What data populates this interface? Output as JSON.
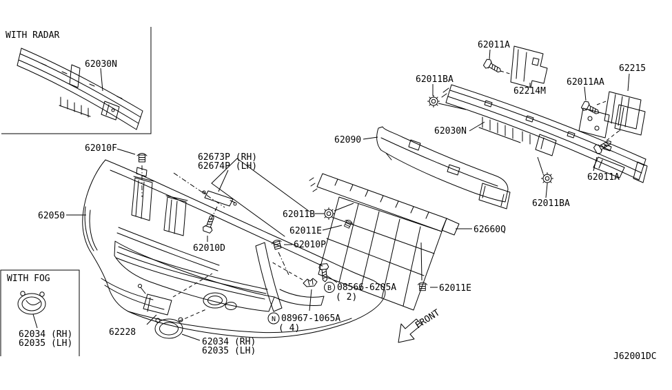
{
  "diagram_code": "J62001DC",
  "front_marker": "FRONT",
  "insets": {
    "radar": {
      "title": "WITH RADAR",
      "part": "62030N"
    },
    "fog": {
      "title": "WITH FOG",
      "part_rh": "62034 (RH)",
      "part_lh": "62035 (LH)"
    }
  },
  "labels": {
    "bumper": "62050",
    "clip_top": "62010F",
    "bracket_rh": "62673P (RH)",
    "bracket_lh": "62674P (LH)",
    "bolt_bracket": "62010D",
    "absorber": "62090",
    "reinforcement": "62030N",
    "nut_b": "62011B",
    "clip_e": "62011E",
    "grommet_p": "62010P",
    "finisher_lower": "62660Q",
    "screw_ref_prefix": "B",
    "screw_ref": "08566-6205A",
    "screw_ref_qty": "( 2)",
    "nut_ref_prefix": "N",
    "nut_ref": "08967-1065A",
    "nut_ref_qty": "( 4)",
    "clip_e_right": "62011E",
    "bolt_a_top": "62011A",
    "bracket_m": "62214M",
    "bolt_aa": "62011AA",
    "sensor_bracket": "62215",
    "bolt_a_right": "62011A",
    "nut_ba_left": "62011BA",
    "nut_ba_right": "62011BA",
    "fog_rh": "62034 (RH)",
    "fog_lh": "62035 (LH)",
    "bracket_228": "62228"
  }
}
